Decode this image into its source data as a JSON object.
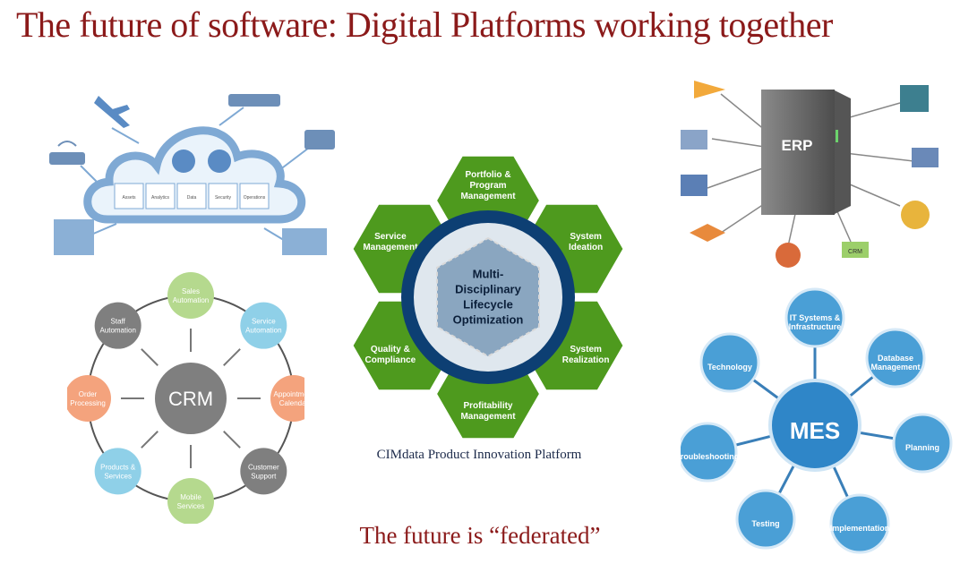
{
  "title": "The future of software: Digital Platforms working together",
  "subtitle": "The future is “federated”",
  "cloud": {
    "boxes": [
      "Assets",
      "Analytics",
      "Data",
      "Security",
      "Operations"
    ]
  },
  "crm": {
    "center": "CRM",
    "nodes": [
      {
        "label": [
          "Sales",
          "Automation"
        ],
        "color": "#b5d98e"
      },
      {
        "label": [
          "Service",
          "Automation"
        ],
        "color": "#8fd0e8"
      },
      {
        "label": [
          "Appointment",
          "Calendar"
        ],
        "color": "#f4a37d"
      },
      {
        "label": [
          "Customer",
          "Support"
        ],
        "color": "#7f7f7f"
      },
      {
        "label": [
          "Mobile",
          "Services"
        ],
        "color": "#b5d98e"
      },
      {
        "label": [
          "Products &",
          "Services"
        ],
        "color": "#8fd0e8"
      },
      {
        "label": [
          "Order",
          "Processing"
        ],
        "color": "#f4a37d"
      },
      {
        "label": [
          "Staff",
          "Automation"
        ],
        "color": "#7f7f7f"
      }
    ]
  },
  "cimdata": {
    "caption": "CIMdata Product Innovation Platform",
    "center": [
      "Multi-",
      "Disciplinary",
      "Lifecycle",
      "Optimization"
    ],
    "hexes": [
      [
        "Portfolio &",
        "Program",
        "Management"
      ],
      [
        "System",
        "Ideation"
      ],
      [
        "System",
        "Realization"
      ],
      [
        "Profitability",
        "Management"
      ],
      [
        "Quality &",
        "Compliance"
      ],
      [
        "Service",
        "Management"
      ]
    ],
    "colors": {
      "hex": "#4e9a1e",
      "ring": "#0d3f73"
    }
  },
  "erp": {
    "label": "ERP",
    "crm_tag": "CRM"
  },
  "mes": {
    "center": "MES",
    "nodes": [
      [
        "IT Systems &",
        "Infrastructure"
      ],
      [
        "Database",
        "Management"
      ],
      [
        "Planning"
      ],
      [
        "Implementation"
      ],
      [
        "Testing"
      ],
      [
        "Troubleshooting"
      ],
      [
        "Technology"
      ]
    ],
    "colors": {
      "node": "#4a9fd6",
      "center": "#2f86c8"
    }
  }
}
